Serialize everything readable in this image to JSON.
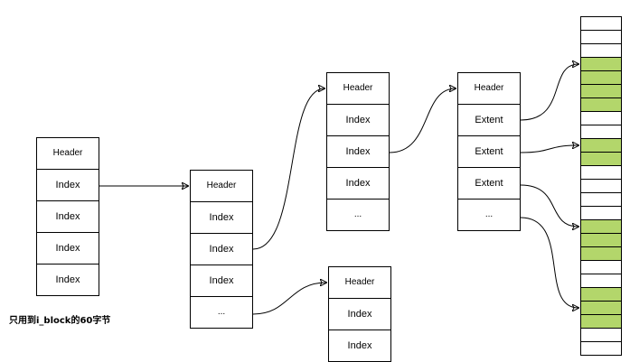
{
  "root_node": {
    "cells": [
      "Header",
      "Index",
      "Index",
      "Index",
      "Index"
    ]
  },
  "level1_node": {
    "cells": [
      "Header",
      "Index",
      "Index",
      "Index",
      "..."
    ]
  },
  "level2_upper_node": {
    "cells": [
      "Header",
      "Index",
      "Index",
      "Index",
      "..."
    ]
  },
  "level2_lower_node": {
    "cells": [
      "Header",
      "Index",
      "Index"
    ]
  },
  "leaf_node": {
    "cells": [
      "Header",
      "Extent",
      "Extent",
      "Extent",
      "..."
    ]
  },
  "caption": "只用到i_block的60字节",
  "disk_blocks": {
    "fill_color": "#b3d66b",
    "used": [
      false,
      false,
      false,
      true,
      true,
      true,
      true,
      false,
      false,
      true,
      true,
      false,
      false,
      false,
      false,
      true,
      true,
      true,
      false,
      false,
      true,
      true,
      true,
      false,
      false
    ]
  }
}
